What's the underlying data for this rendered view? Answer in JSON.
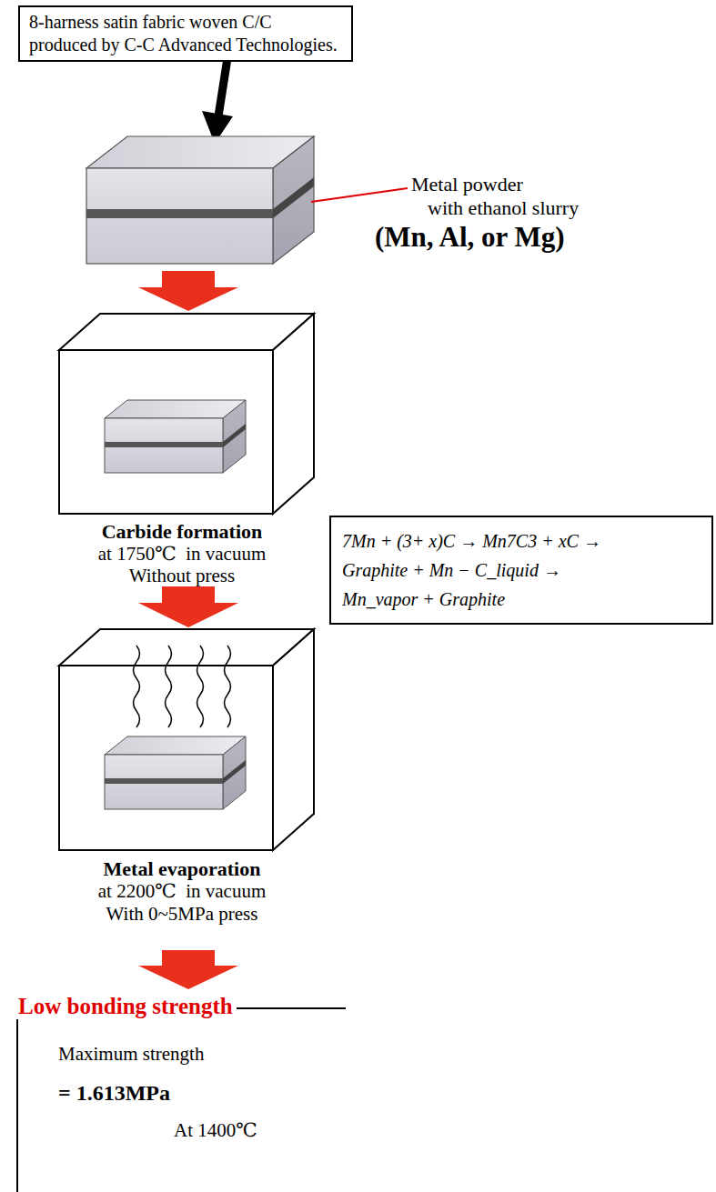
{
  "diagram": {
    "nodes": [
      {
        "text": [
          "8-harness satin fabric woven C/C produced by C-C Advanced Technologies."
        ]
      },
      {
        "text": [
          "7Mn + (3+ x)C → Mn7C3 + xC →",
          "Graphite + Mn − C_liquid →",
          "Mn_vapor + Graphite"
        ]
      },
      {
        "text": [
          "Low bonding strength",
          "Maximum strength",
          "= 1.613MPa",
          "At 1400℃"
        ]
      }
    ],
    "labels": [
      "Metal powder",
      "with ethanol slurry",
      "(Mn, Al, or Mg)",
      "Carbide formation",
      "at 1750℃  in vacuum",
      "Without press",
      "Metal evaporation",
      "at 2200℃  in vacuum",
      "With 0~5MPa press"
    ]
  }
}
